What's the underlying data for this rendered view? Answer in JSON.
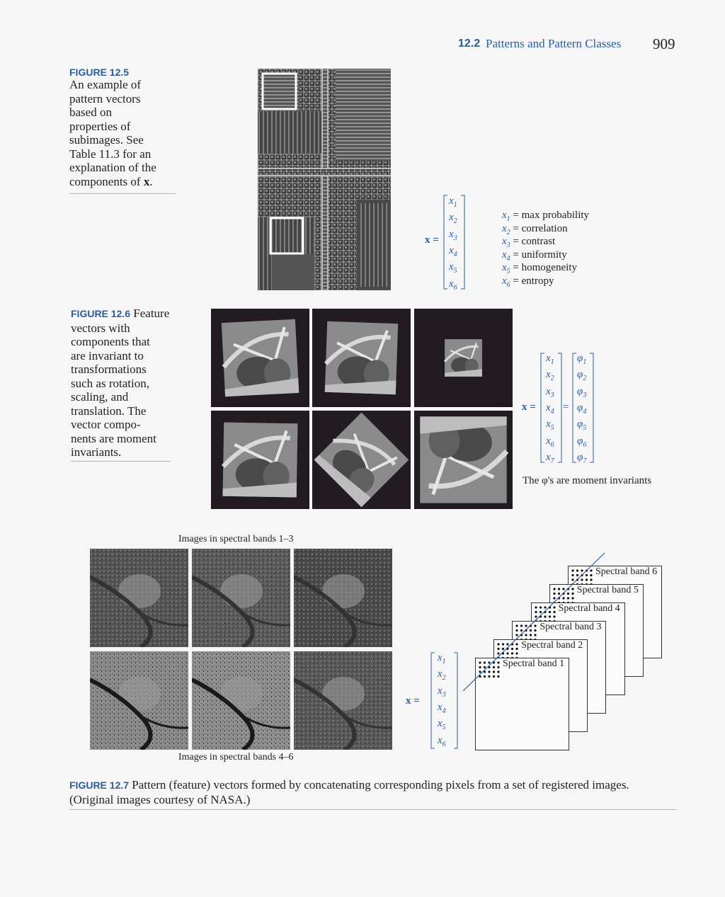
{
  "header": {
    "section": "12.2",
    "title": "Patterns and Pattern Classes",
    "page": "909"
  },
  "fig125": {
    "label": "FIGURE 12.5",
    "caption_lines": [
      "An example of",
      "pattern vectors",
      "based on",
      "properties of",
      "subimages. See",
      "Table 11.3 for an",
      "explanation of the"
    ],
    "caption_last": "components of ",
    "caption_bold": "x",
    "caption_end": ".",
    "vec_label": "x =",
    "vec_items": [
      "x1",
      "x2",
      "x3",
      "x4",
      "x5",
      "x6"
    ],
    "defs": [
      {
        "sym": "x1",
        "text": "= max probability"
      },
      {
        "sym": "x2",
        "text": "= correlation"
      },
      {
        "sym": "x3",
        "text": "= contrast"
      },
      {
        "sym": "x4",
        "text": "= uniformity"
      },
      {
        "sym": "x5",
        "text": "= homogeneity"
      },
      {
        "sym": "x6",
        "text": "= entropy"
      }
    ]
  },
  "fig126": {
    "label": "FIGURE 12.6",
    "caption_first": " Feature",
    "caption_lines": [
      "vectors with",
      "components that",
      "are invariant to",
      "transformations",
      "such as rotation,",
      "scaling, and",
      "translation. The",
      "vector compo-",
      "nents are moment",
      "invariants."
    ],
    "vec_label": "x =",
    "vec_items": [
      "x1",
      "x2",
      "x3",
      "x4",
      "x5",
      "x6",
      "x7"
    ],
    "phi_items": [
      "φ1",
      "φ2",
      "φ3",
      "φ4",
      "φ5",
      "φ6",
      "φ7"
    ],
    "eq": "=",
    "note": "The φ's are moment invariants"
  },
  "fig127": {
    "label": "FIGURE 12.7",
    "caption_line1": " Pattern (feature) vectors formed by concatenating corresponding pixels from a set of registered images.",
    "caption_line2": "(Original images courtesy of NASA.)",
    "top_label": "Images in spectral bands 1–3",
    "bottom_label": "Images in spectral bands 4–6",
    "vec_label": "x =",
    "vec_items": [
      "x1",
      "x2",
      "x3",
      "x4",
      "x5",
      "x6"
    ],
    "bands": [
      "Spectral band 6",
      "Spectral band 5",
      "Spectral band 4",
      "Spectral band 3",
      "Spectral band 2",
      "Spectral band 1"
    ]
  }
}
